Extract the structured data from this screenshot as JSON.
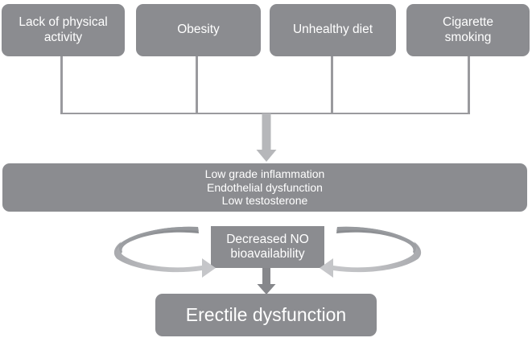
{
  "diagram": {
    "title_text": "",
    "colors": {
      "box_fill": "#8b8c90",
      "box_text": "#ffffff",
      "connector_line": "#9a9a9e",
      "arrow_fill": "#b6b7ba",
      "arrow_fill_dark": "#8e9094",
      "background": "#ffffff"
    },
    "risk_factors": [
      {
        "id": "lack-of-physical-activity",
        "label": "Lack of physical activity",
        "lines": [
          "Lack of physical",
          "activity"
        ]
      },
      {
        "id": "obesity",
        "label": "Obesity",
        "lines": [
          "Obesity"
        ]
      },
      {
        "id": "unhealthy-diet",
        "label": "Unhealthy diet",
        "lines": [
          "Unhealthy diet"
        ]
      },
      {
        "id": "cigarette-smoking",
        "label": "Cigarette smoking",
        "lines": [
          "Cigarette",
          "smoking"
        ]
      }
    ],
    "mechanism_box": {
      "id": "mechanisms",
      "lines": [
        "Low grade inflammation",
        "Endothelial dysfunction",
        "Low testosterone"
      ]
    },
    "no_box": {
      "id": "decreased-no-bioavailability",
      "lines": [
        "Decreased NO",
        "bioavailability"
      ]
    },
    "outcome_box": {
      "id": "erectile-dysfunction",
      "label": "Erectile dysfunction"
    },
    "arrows": [
      {
        "id": "risk-to-mechanisms",
        "kind": "down-arrow"
      },
      {
        "id": "no-to-erectile-dysfunction",
        "kind": "down-arrow"
      },
      {
        "id": "left-feedback-loop",
        "kind": "curved-arrow-right"
      },
      {
        "id": "right-feedback-loop",
        "kind": "curved-arrow-left"
      }
    ]
  }
}
